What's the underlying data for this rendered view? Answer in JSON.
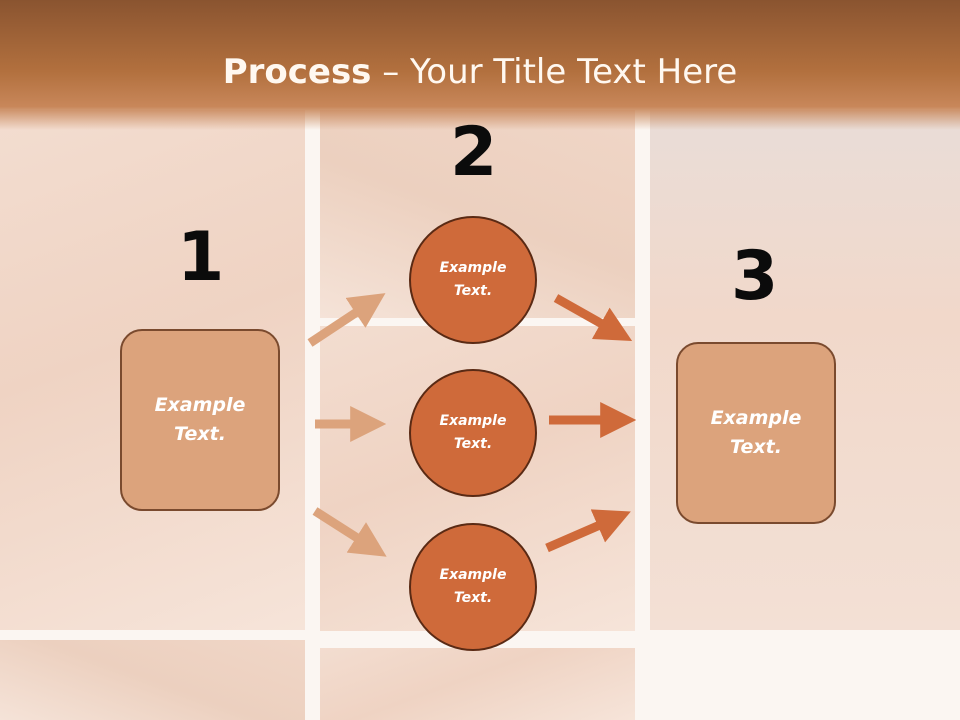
{
  "header": {
    "title_bold": "Process",
    "title_rest": " – Your Title Text Here"
  },
  "steps": {
    "step1_number": "1",
    "step2_number": "2",
    "step3_number": "3"
  },
  "left_box": {
    "line1": "Example",
    "line2": "Text."
  },
  "right_box": {
    "line1": "Example",
    "line2": "Text."
  },
  "circles": [
    {
      "line1": "Example",
      "line2": "Text."
    },
    {
      "line1": "Example",
      "line2": "Text."
    },
    {
      "line1": "Example",
      "line2": "Text."
    }
  ],
  "colors": {
    "header_brown": "#8a5430",
    "box_fill": "#dca37c",
    "circle_fill": "#cf6a3a",
    "light_arrow": "#dca37c",
    "dark_arrow": "#cf6a3a"
  }
}
